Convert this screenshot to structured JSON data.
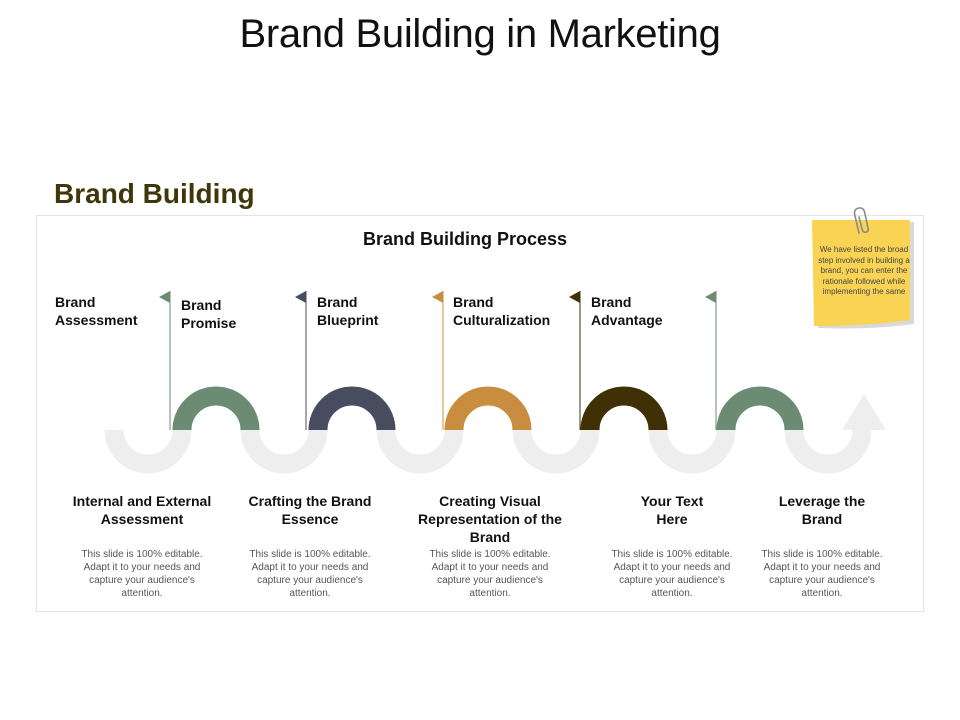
{
  "title": "Brand Building in Marketing",
  "section_heading": "Brand Building",
  "process_title": "Brand Building  Process",
  "colors": {
    "sage": "#6b8b73",
    "slate": "#474c5e",
    "ochre": "#c98d3f",
    "dark_olive": "#3f3006",
    "heading": "#3f3609",
    "track": "#eeeeee",
    "note": "#f9d454"
  },
  "flag_labels": [
    {
      "line1": "Brand",
      "line2": "Assessment"
    },
    {
      "line1": "Brand",
      "line2": "Promise"
    },
    {
      "line1": "Brand",
      "line2": "Blueprint"
    },
    {
      "line1": "Brand",
      "line2": "Culturalization"
    },
    {
      "line1": "Brand",
      "line2": "Advantage"
    }
  ],
  "steps": [
    {
      "title": "Internal and External Assessment",
      "desc": "This slide is 100% editable. Adapt it to your needs and capture your audience's attention."
    },
    {
      "title": "Crafting the Brand Essence",
      "desc": "This slide is 100% editable. Adapt it to your needs and capture your audience's attention."
    },
    {
      "title": "Creating Visual Representation of the Brand",
      "desc": "This slide is 100% editable. Adapt it to your needs and capture your audience's attention."
    },
    {
      "title": "Your Text Here",
      "desc": "This slide is 100% editable. Adapt it to your needs and capture your audience's attention."
    },
    {
      "title": "Leverage the Brand",
      "desc": "This slide is 100% editable. Adapt it to your needs and capture your audience's attention."
    }
  ],
  "sticky_note": {
    "text": "We have listed the broad step involved in building a brand, you can enter the rationale followed while implementing the same",
    "icon": "paperclip-icon"
  }
}
